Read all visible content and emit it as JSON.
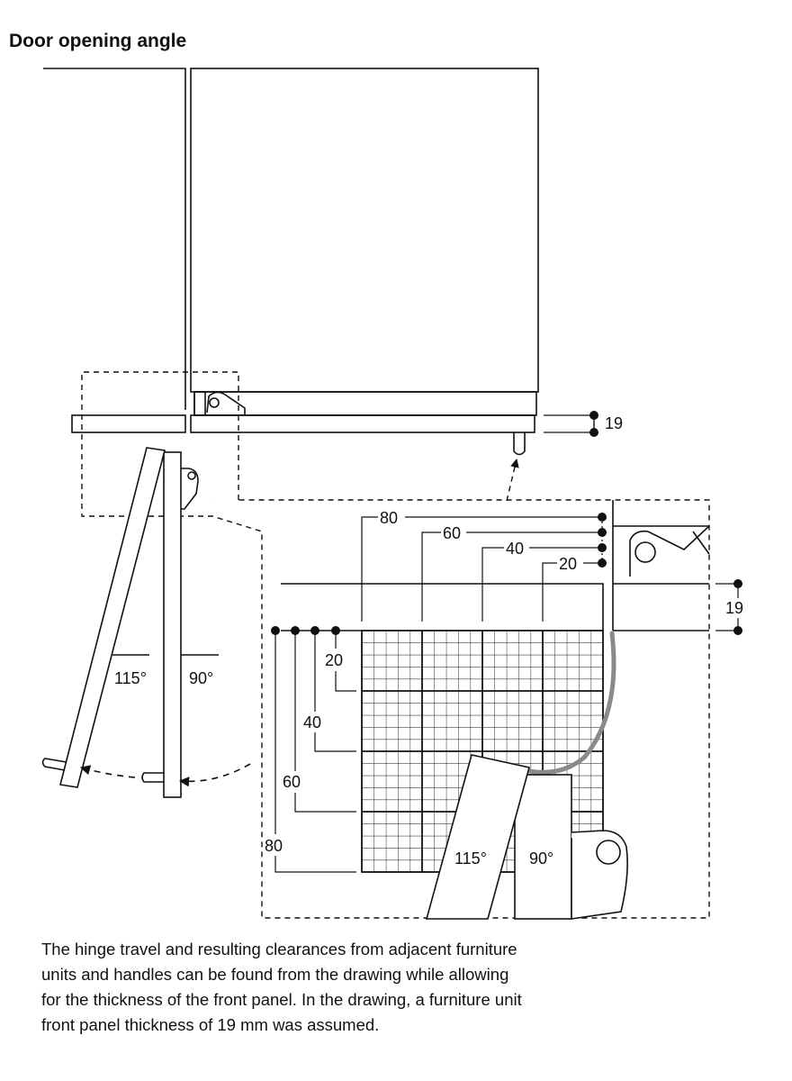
{
  "title": "Door opening angle",
  "labels": {
    "small_angle_115": "115°",
    "small_angle_90": "90°",
    "panel_thickness_top": "19",
    "panel_thickness_detail": "19",
    "detail_angle_115": "115°",
    "detail_angle_90": "90°",
    "top_scale": [
      "80",
      "60",
      "40",
      "20"
    ],
    "left_scale": [
      "20",
      "40",
      "60",
      "80"
    ]
  },
  "caption": [
    "The hinge travel and resulting clearances from adjacent furniture",
    "units and handles can be found from the drawing while allowing",
    "for the thickness of the front panel. In the drawing, a furniture unit",
    "front panel thickness of 19 mm was assumed."
  ]
}
